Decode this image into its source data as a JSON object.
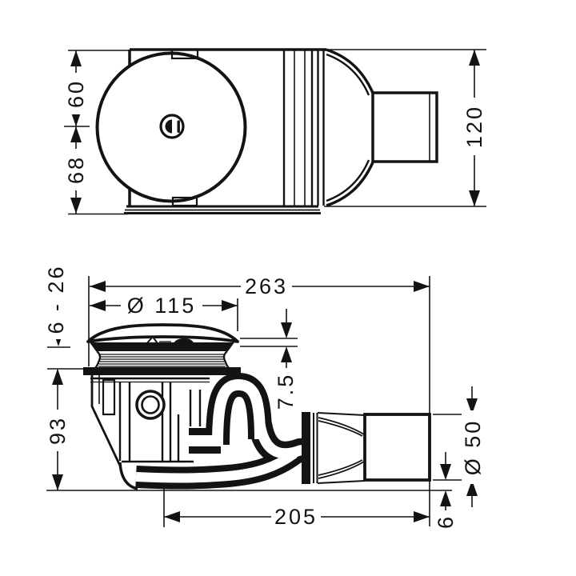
{
  "drawing": {
    "type": "technical-dimension-drawing",
    "background_color": "#ffffff",
    "line_color": "#131313",
    "views": [
      "top-view",
      "side-section-view"
    ]
  },
  "top_view": {
    "dim_upper": "60",
    "dim_lower": "68",
    "dim_height": "120"
  },
  "side_view": {
    "dim_total_length": "263",
    "dim_cap_diameter": "Ø 115",
    "dim_cap_adjust_range": "6 - 26",
    "dim_cap_lip_height": "7.5",
    "dim_body_height": "93",
    "dim_outlet_run": "205",
    "dim_outlet_diameter": "Ø 50",
    "dim_outlet_clearance": "6"
  }
}
